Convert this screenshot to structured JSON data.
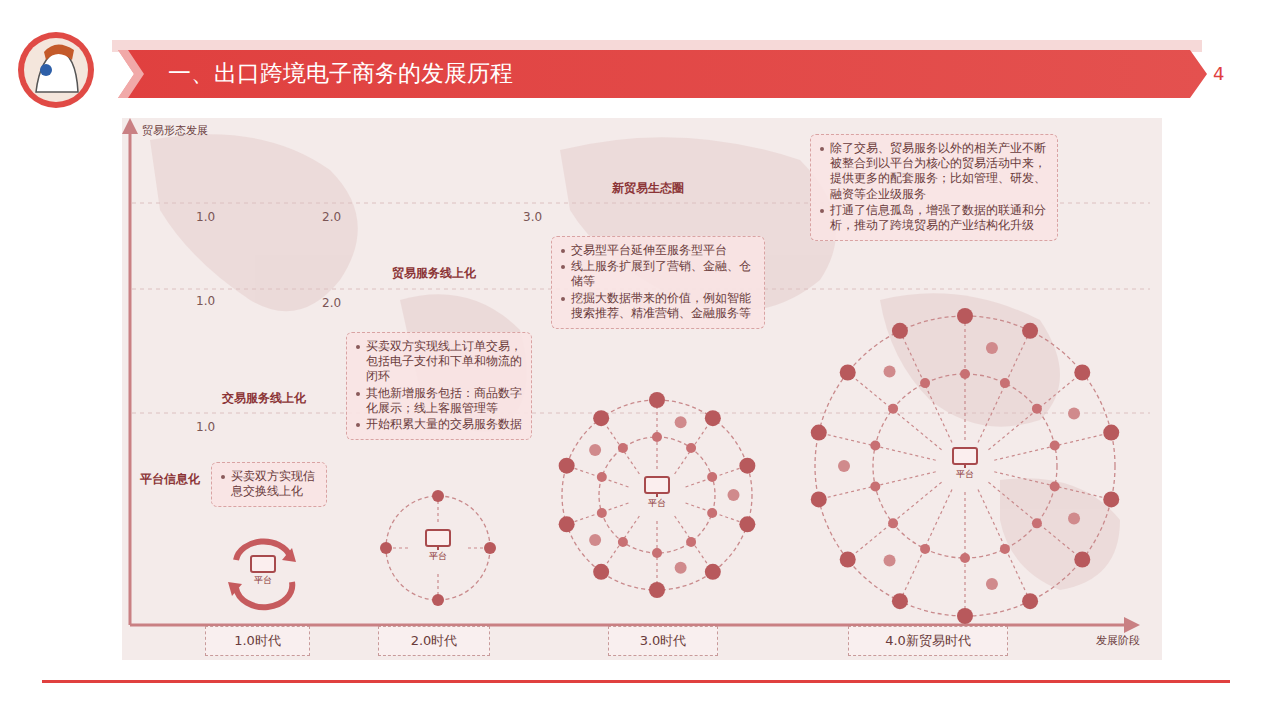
{
  "diagram": {
    "title": "一、出口跨境电子商务的发展历程",
    "nodes": [
      {
        "text": [
          "买卖双方实现信息交换线上化"
        ]
      },
      {
        "text": [
          "买卖双方实现线上订单交易，包括电子支付和下单和物流的闭环",
          "其他新增服务包括：商品数字化展示；线上客服管理等",
          "开始积累大量的交易服务数据"
        ]
      },
      {
        "text": [
          "交易型平台延伸至服务型平台",
          "线上服务扩展到了营销、金融、仓储等",
          "挖掘大数据带来的价值，例如智能搜索推荐、精准营销、金融服务等"
        ]
      },
      {
        "text": [
          "除了交易、贸易服务以外的相关产业不断被整合到以平台为核心的贸易活动中来，提供更多的配套服务；比如管理、研发、融资等企业级服务",
          "打通了信息孤岛，增强了数据的联通和分析，推动了跨境贸易的产业结构化升级"
        ]
      },
      {
        "text": [
          "1.0时代"
        ]
      },
      {
        "text": [
          "2.0时代"
        ]
      },
      {
        "text": [
          "3.0时代"
        ]
      },
      {
        "text": [
          "4.0新贸易时代"
        ]
      }
    ],
    "labels": [
      "4",
      "贸易形态发展",
      "新贸易生态圈",
      "1.0",
      "2.0",
      "3.0",
      "贸易服务线上化",
      "1.0",
      "2.0",
      "交易服务线上化",
      "1.0",
      "平台信息化",
      "平台",
      "平台",
      "平台",
      "平台",
      "发展阶段"
    ]
  }
}
